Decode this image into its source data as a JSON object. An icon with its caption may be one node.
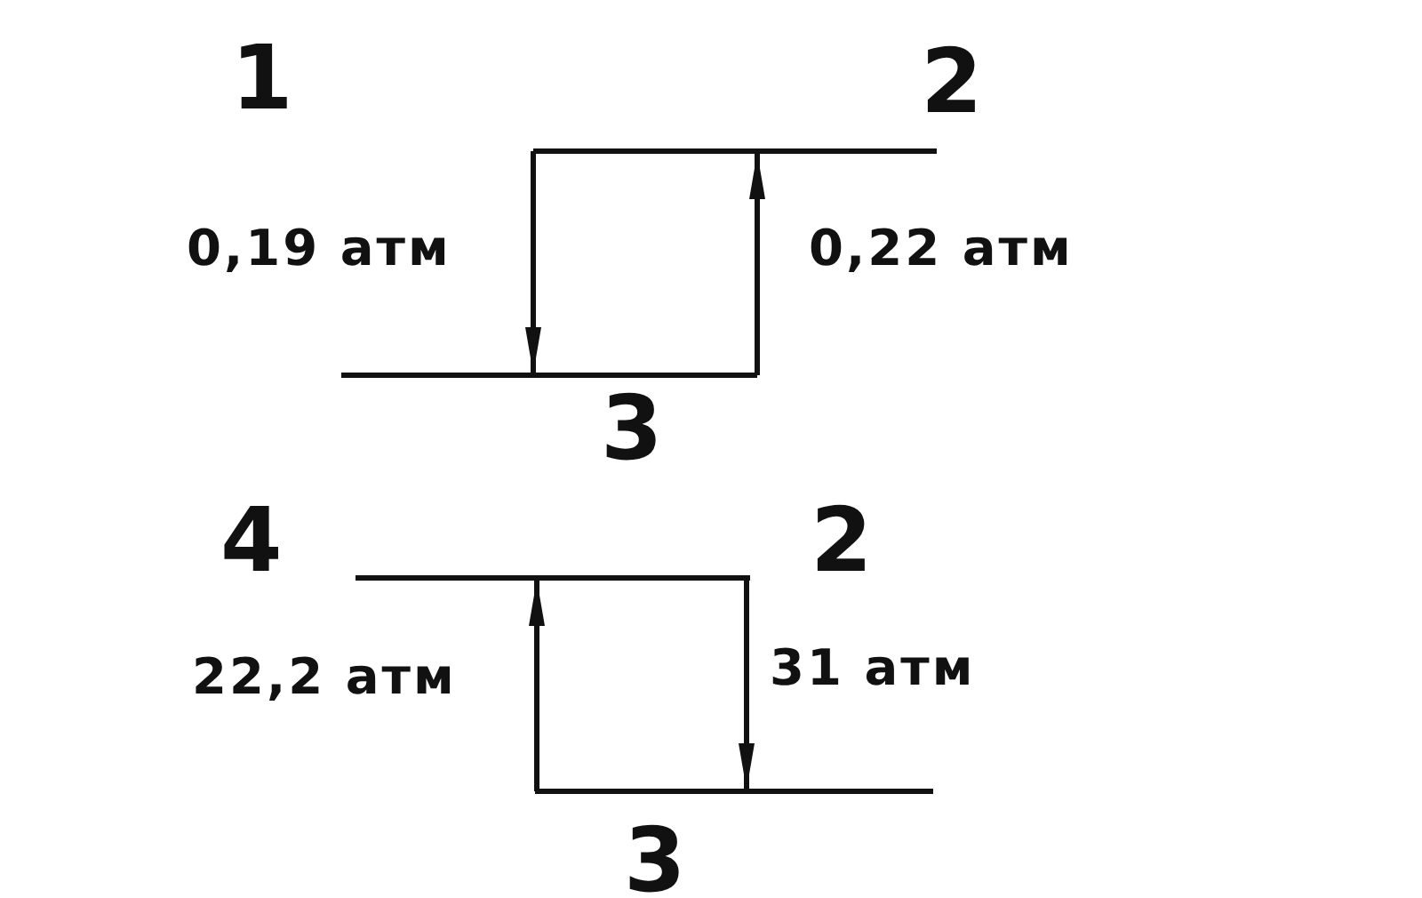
{
  "diagram": {
    "labels": [
      "1",
      "2",
      "0,19 атм",
      "0,22 атм",
      "3",
      "4",
      "2",
      "22,2 атм",
      "31 атм",
      "3"
    ]
  }
}
